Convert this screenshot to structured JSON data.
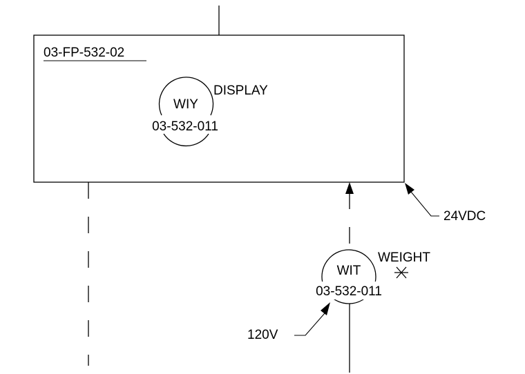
{
  "panel": {
    "tag": "03-FP-532-02"
  },
  "display_instrument": {
    "function": "WIY",
    "number": "03-532-011",
    "description": "DISPLAY"
  },
  "transmitter_instrument": {
    "function": "WIT",
    "number": "03-532-011",
    "description": "WEIGHT",
    "note_symbol": "asterisk-icon"
  },
  "power_labels": {
    "dc": "24VDC",
    "ac": "120V"
  },
  "colors": {
    "line": "#000000",
    "background": "#ffffff"
  }
}
